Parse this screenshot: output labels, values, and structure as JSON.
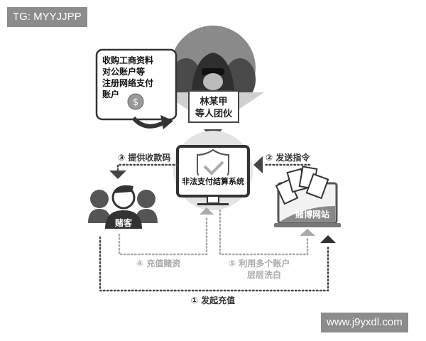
{
  "watermarks": {
    "top_left": "TG: MYYJJPP",
    "bottom_right": "www.j9yxdl.com"
  },
  "note": {
    "lines": [
      "收购工商资料",
      "对公账户等",
      "注册网络支付",
      "账户"
    ],
    "icon": "dollar-coin-icon"
  },
  "gang": {
    "lines": [
      "林某甲",
      "等人团伙"
    ],
    "icon": "hooded-hacker-icon"
  },
  "system": {
    "label": "非法支付结算系统",
    "icon": "shield-check-icon"
  },
  "gamblers": {
    "label": "赌客",
    "icon": "people-group-icon"
  },
  "website": {
    "label": "赌博网站",
    "icon": "laptop-cards-icon"
  },
  "steps": {
    "s1": "① 发起充值",
    "s2": "② 发送指令",
    "s3": "③ 提供收款码",
    "s4": "④ 充值赌资",
    "s5_line1": "⑤ 利用多个账户",
    "s5_line2": "层层洗白"
  },
  "colors": {
    "dark": "#3a3a3a",
    "mid": "#7a7a7a",
    "light": "#b5b5b5",
    "watermark_bg": "#8c8c8c"
  }
}
